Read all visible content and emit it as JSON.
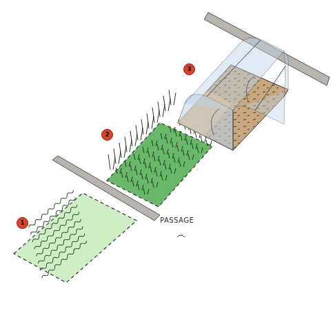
{
  "diagram": {
    "labels": [
      "1",
      "2",
      "3",
      "PASSAGE"
    ]
  }
}
